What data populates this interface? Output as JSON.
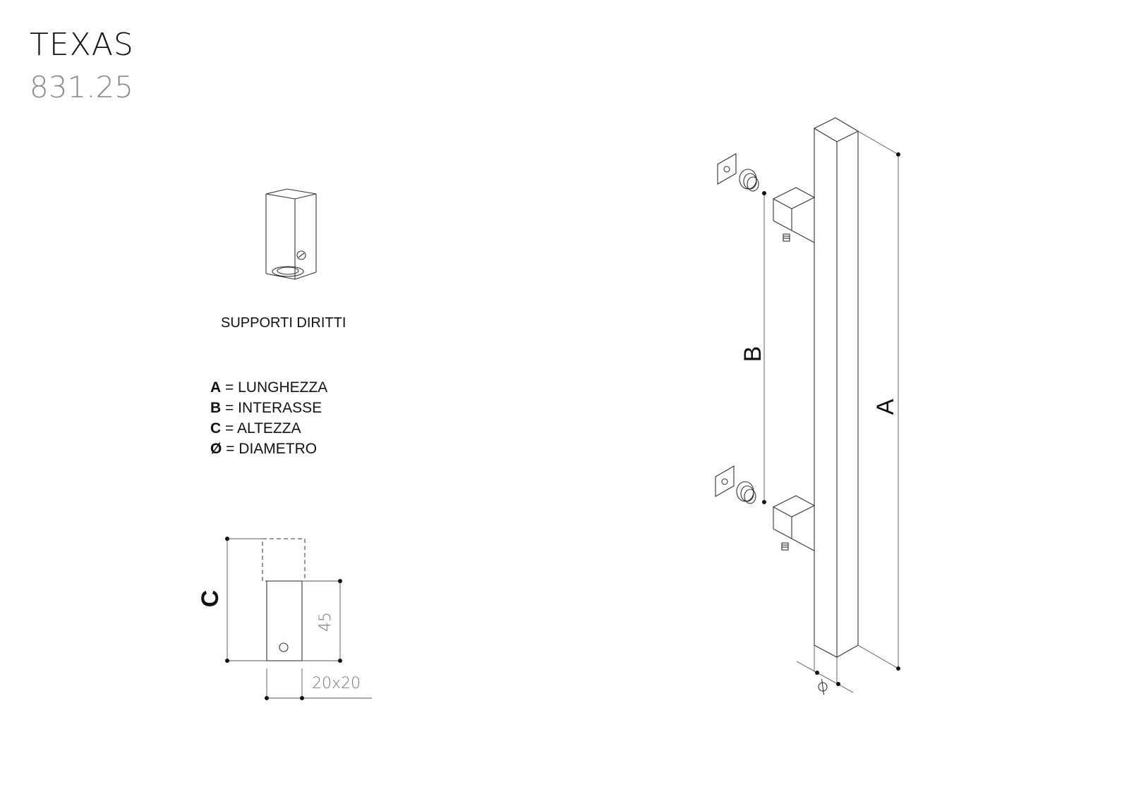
{
  "header": {
    "title": "TEXAS",
    "code": "831.25"
  },
  "support": {
    "label": "SUPPORTI DIRITTI"
  },
  "legend": {
    "items": [
      {
        "key": "A",
        "text": " = LUNGHEZZA"
      },
      {
        "key": "B",
        "text": " = INTERASSE"
      },
      {
        "key": "C",
        "text": " = ALTEZZA"
      },
      {
        "key": "Ø",
        "text": " = DIAMETRO"
      }
    ]
  },
  "dimensions": {
    "label_a": "A",
    "label_b": "B",
    "label_c": "C",
    "height_value": "45",
    "section_value": "20x20"
  }
}
